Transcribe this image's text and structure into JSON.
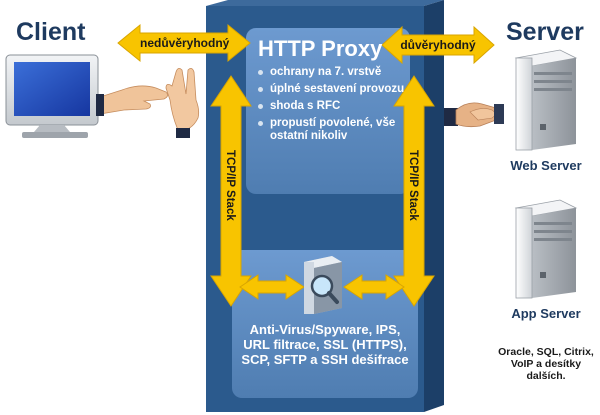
{
  "labels": {
    "client": "Client",
    "server": "Server",
    "proxy_title": "HTTP Proxy",
    "untrusted": "nedůvěryhodný",
    "trusted": "důvěryhodný",
    "tcp_left": "TCP/IP Stack",
    "tcp_right": "TCP/IP Stack"
  },
  "proxy_features": [
    "ochrany na 7. vrstvě",
    "úplné sestavení provozu",
    "shoda s RFC",
    "propustí povolené, vše ostatní nikoliv"
  ],
  "security_features": "Anti-Virus/Spyware, IPS, URL filtrace, SSL (HTTPS), SCP, SFTP a SSH dešifrace",
  "servers": {
    "web_label": "Web Server",
    "app_label": "App Server",
    "app_note": "Oracle, SQL, Citrix, VoIP a desítky dalších."
  },
  "colors": {
    "tower_front": "#2b5a8d",
    "tower_side": "#1c3f68",
    "panel": "#5e8dc0",
    "arrow": "#f8c400",
    "title": "#1e3a5f"
  },
  "icons": [
    "monitor-icon",
    "hand-icon",
    "handshake-icon",
    "server-icon",
    "magnifier-icon"
  ]
}
